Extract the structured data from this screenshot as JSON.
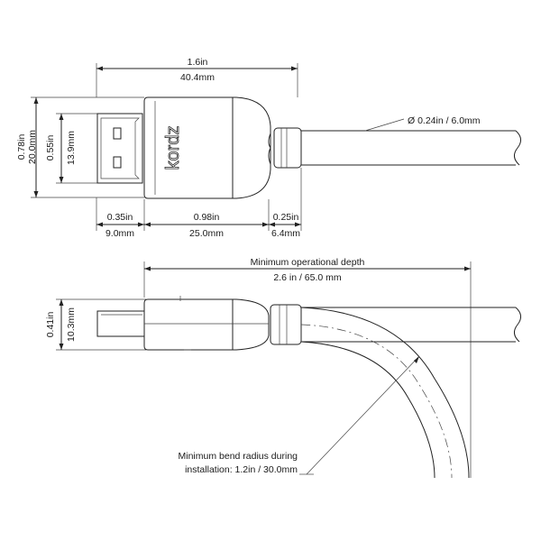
{
  "brand": {
    "logo_text": "kordz"
  },
  "top_view": {
    "total_length": {
      "imperial": "1.6in",
      "metric": "40.4mm"
    },
    "overall_height": {
      "imperial": "0.78in",
      "metric": "20.0mm"
    },
    "plug_height": {
      "imperial": "0.55in",
      "metric": "13.9mm"
    },
    "cable_diameter": "Ø 0.24in / 6.0mm",
    "plug_length": {
      "imperial": "0.35in",
      "metric": "9.0mm"
    },
    "body_length": {
      "imperial": "0.98in",
      "metric": "25.0mm"
    },
    "boot_length": {
      "imperial": "0.25in",
      "metric": "6.4mm"
    }
  },
  "side_view": {
    "depth_title": "Minimum operational depth",
    "depth_value": "2.6 in / 65.0 mm",
    "thickness": {
      "imperial": "0.41in",
      "metric": "10.3mm"
    },
    "bend_label_line1": "Minimum bend radius during",
    "bend_label_line2": "installation: 1.2in / 30.0mm"
  }
}
